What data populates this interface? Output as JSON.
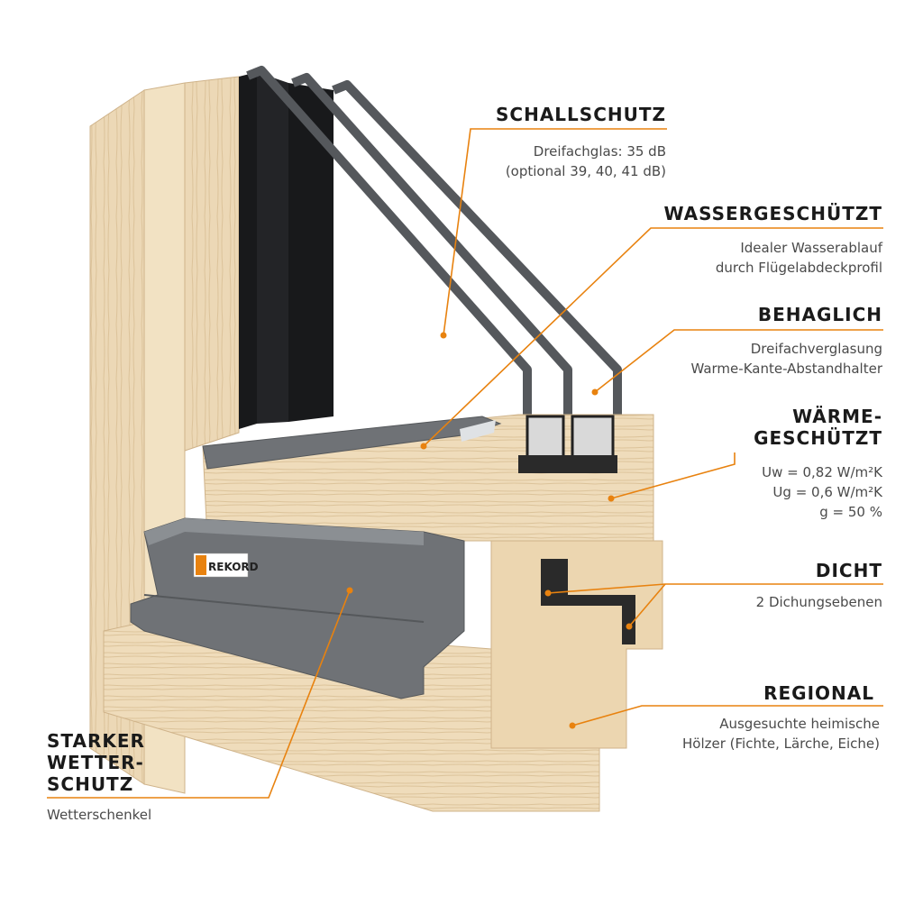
{
  "colors": {
    "accent": "#e8820f",
    "wood": "#ecd8b6",
    "wood_light": "#f3e4c6",
    "wood_dark": "#d8bd92",
    "alu": "#6f7276",
    "glass": "#1b1c1e",
    "gasket": "#222222"
  },
  "logo": {
    "text": "REKORD"
  },
  "callouts": [
    {
      "title": "SCHALLSCHUTZ",
      "lines": [
        "Dreifachglas: 35 dB",
        "(optional 39, 40, 41 dB)"
      ]
    },
    {
      "title": "WASSERGESCHÜTZT",
      "lines": [
        "Idealer Wasserablauf",
        "durch Flügelabdeckprofil"
      ]
    },
    {
      "title": "BEHAGLICH",
      "lines": [
        "Dreifachverglasung",
        "Warme-Kante-Abstandhalter"
      ]
    },
    {
      "title_lines": [
        "WÄRME-",
        "GESCHÜTZT"
      ],
      "lines": [
        "Uw = 0,82 W/m²K",
        "Ug = 0,6 W/m²K",
        "g = 50 %"
      ]
    },
    {
      "title": "DICHT",
      "lines": [
        "2 Dichungsebenen"
      ]
    },
    {
      "title": "REGIONAL",
      "lines": [
        "Ausgesuchte heimische",
        "Hölzer (Fichte, Lärche, Eiche)"
      ]
    },
    {
      "title_lines": [
        "STARKER",
        "WETTER-",
        "SCHUTZ"
      ],
      "lines": [
        "Wetterschenkel"
      ]
    }
  ]
}
